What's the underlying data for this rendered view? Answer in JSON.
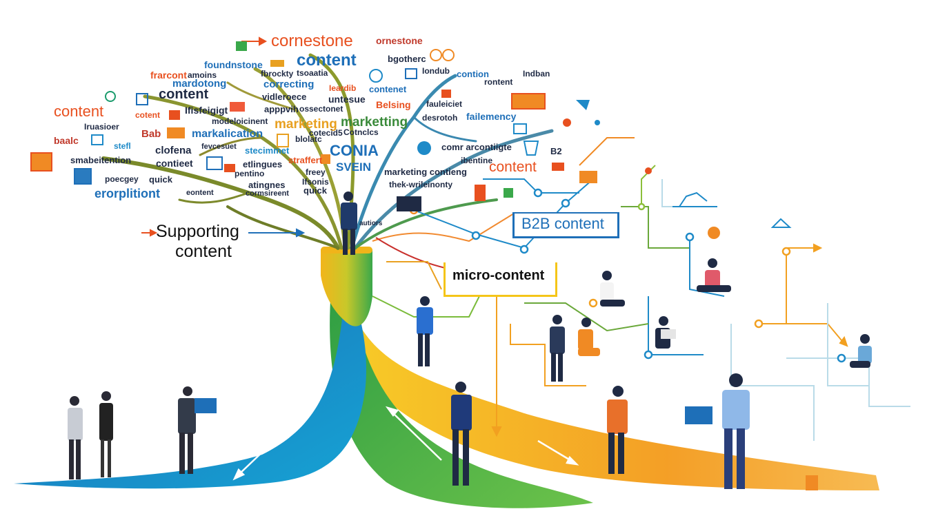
{
  "labels": {
    "cornerstone": "cornestone",
    "cornerstone_content": "content",
    "supporting_line1": "Supporting",
    "supporting_line2": "content",
    "b2b": "B2B content",
    "micro": "micro-content",
    "content_right": "content"
  },
  "words": [
    "ornestone",
    "foundnstone",
    "fbrockty",
    "frarcont",
    "amoins",
    "bgotherc",
    "mardotong",
    "correcting",
    "Ieardib",
    "Iondub",
    "contion",
    "rontent",
    "Indban",
    "contenet",
    "vidleroece",
    "untesue",
    "Belsing",
    "fauleiciet",
    "cotent",
    "Ifisfeigigt",
    "modeloicinent",
    "apppvih",
    "ossectonet",
    "desrotoh",
    "failemency",
    "Iruasioer",
    "Bab",
    "marketing",
    "markalication",
    "Cotnclcs",
    "blolatc",
    "baalc",
    "marketting",
    "clofena",
    "fevcesuet",
    "stecimmet",
    "CONIA",
    "comr arcontiigte",
    "B2",
    "smabeitention",
    "contieet",
    "stefl",
    "cotecid5",
    "straffert",
    "etlingues",
    "SVEIN",
    "marketing contieng",
    "ibentine",
    "poecgey",
    "quick",
    "pentino",
    "freey",
    "Ifsonis",
    "thek-wrileinonty",
    "erorplitiont",
    "atingnes",
    "eontent",
    "quick",
    "cormsireent",
    "autiors",
    "tsoaatia"
  ],
  "colors": {
    "orange": "#e8501f",
    "blue": "#1e6fb8",
    "teal": "#1a9bd0",
    "green": "#45b649",
    "yellow": "#f5c518",
    "amber": "#f59a1a",
    "dark": "#1f2a44"
  },
  "icons": [
    "arrow-icon",
    "chat-bubble-icon",
    "cloud-icon",
    "chart-icon",
    "document-icon",
    "person-laptop-icon",
    "gear-icon",
    "presentation-icon"
  ]
}
